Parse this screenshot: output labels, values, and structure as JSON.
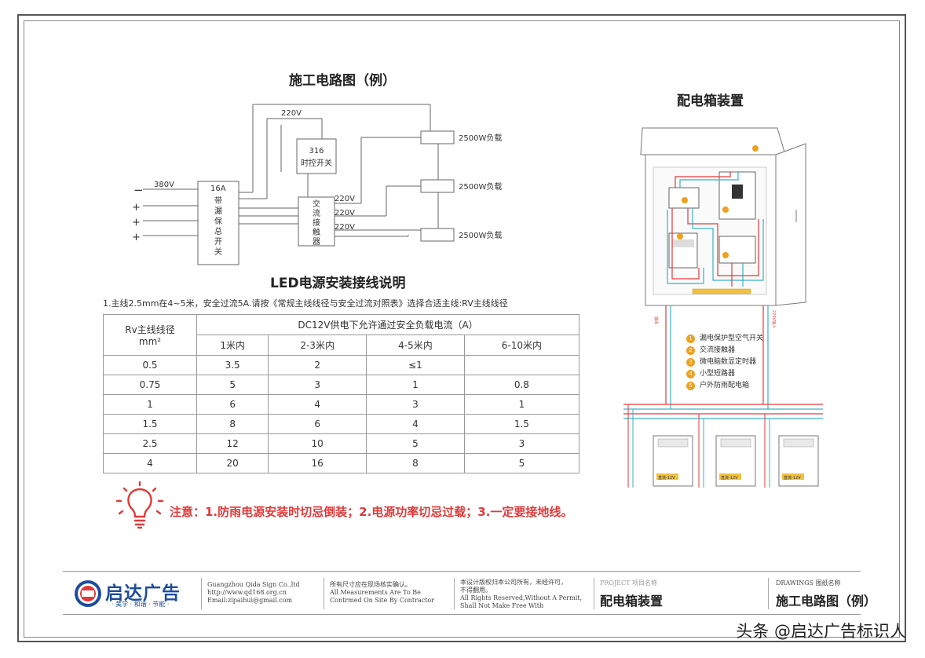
{
  "circuit": {
    "title": "施工电路图（例）",
    "v380": "380V",
    "v220_top": "220V",
    "breaker_rating": "16A",
    "breaker_label": [
      "带",
      "漏",
      "保",
      "总",
      "开",
      "关"
    ],
    "timer_line1": "316",
    "timer_line2": "时控开关",
    "contactor_label": [
      "交",
      "流",
      "接",
      "触",
      "器"
    ],
    "v220_a": "220V",
    "v220_b": "220V",
    "v220_c": "220V",
    "load1": "2500W负载",
    "load2": "2500W负载",
    "load3": "2500W负载",
    "minus": "−",
    "plus": "+"
  },
  "led": {
    "title": "LED电源安装接线说明",
    "line1": "1.主线2.5mm在4~5米，安全过流5A.请按《常规主线线径与安全过流对照表》选择合适主线:RV主线线径"
  },
  "table": {
    "rv_header_line1": "Rv主线线径",
    "rv_header_line2": "mm²",
    "dc_header": "DC12V供电下允许通过安全负载电流（A）",
    "columns": [
      "1米内",
      "2-3米内",
      "4-5米内",
      "6-10米内"
    ],
    "rows": [
      [
        "0.5",
        "3.5",
        "2",
        "≤1",
        ""
      ],
      [
        "0.75",
        "5",
        "3",
        "1",
        "0.8"
      ],
      [
        "1",
        "6",
        "4",
        "3",
        "1"
      ],
      [
        "1.5",
        "8",
        "6",
        "4",
        "1.5"
      ],
      [
        "2.5",
        "12",
        "10",
        "5",
        "3"
      ],
      [
        "4",
        "20",
        "16",
        "8",
        "5"
      ]
    ]
  },
  "note": {
    "text": "注意：1.防雨电源安装时切忌倒装；2.电源功率切忌过载；3.一定要接地线。"
  },
  "box": {
    "title": "配电箱装置",
    "legend": [
      {
        "num": "1",
        "label": "漏电保护型空气开关"
      },
      {
        "num": "2",
        "label": "交流接触器"
      },
      {
        "num": "3",
        "label": "微电脑数显定时器"
      },
      {
        "num": "4",
        "label": "小型短路器"
      },
      {
        "num": "5",
        "label": "户外防雨配电箱"
      }
    ],
    "in_left": "输出",
    "in_right": "220V输入",
    "psu_label": "直流-12V",
    "psu_label_b": "直流-12V",
    "psu_label_c": "直流-12V"
  },
  "colors": {
    "accent_red": "#e03a3a",
    "brand_blue": "#1e4d9b",
    "wire_red": "#e23a3a",
    "wire_cyan": "#3ab0c8",
    "badge_orange": "#f0a020"
  },
  "footer": {
    "logo_text": "启达广告",
    "logo_sub": "· 美学 · 和谐 · 节能 ·",
    "company": "Guangzhou Qida Sign Co.,ltd",
    "website": "http://www.qd168.org.cn",
    "email": "Email:zipaihui@gmail.com",
    "measure_cn": "所有尺寸应在现场核实确认。",
    "measure_en1": "All Measurements Are To Be",
    "measure_en2": "Contrmed On Site By Contractor",
    "rights_cn1": "本设计版权归本公司所有，未经许可，",
    "rights_cn2": "不得翻用。",
    "rights_en1": "All Rights Reserved,Without A Permit,",
    "rights_en2": "Shall Not Make Free With",
    "project_label": "PROJECT  项目名称",
    "project_value": "配电箱装置",
    "drawings_label": "DRAWINGS  图纸名称",
    "drawings_value": "施工电路图（例）"
  },
  "watermark": "头条 @启达广告标识人"
}
